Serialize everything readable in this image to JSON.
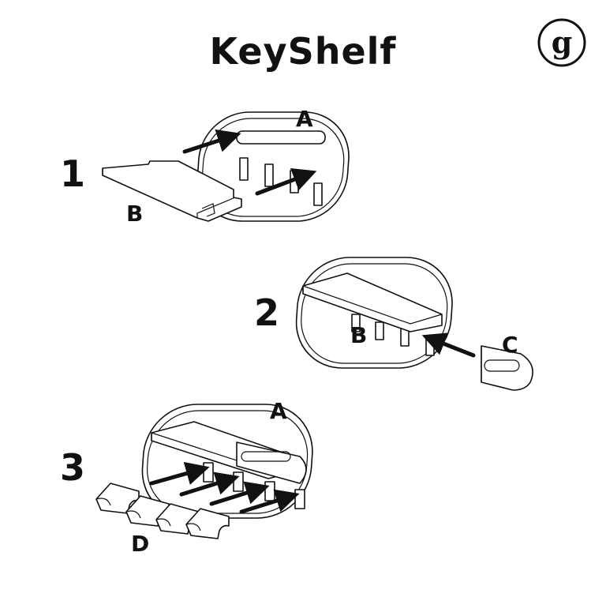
{
  "title": "KeyShelf",
  "logo": {
    "letter": "g",
    "icon": "brand-g-logo-icon"
  },
  "steps": [
    {
      "number": "1",
      "parts": [
        "A",
        "B"
      ]
    },
    {
      "number": "2",
      "parts": [
        "B",
        "C"
      ]
    },
    {
      "number": "3",
      "parts": [
        "A",
        "D"
      ]
    }
  ],
  "colors": {
    "ink": "#111111",
    "background": "#ffffff"
  }
}
